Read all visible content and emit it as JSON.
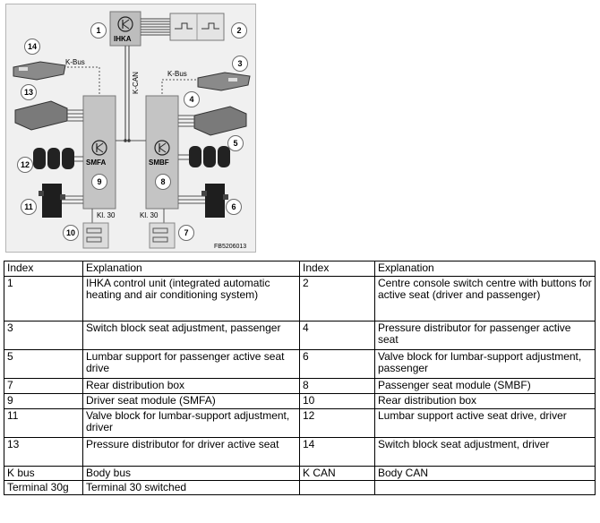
{
  "diagram": {
    "units": {
      "ihka": "IHKA",
      "smfa": "SMFA",
      "smbf": "SMBF"
    },
    "labels": {
      "kbus_left": "K-Bus",
      "kbus_right": "K-Bus",
      "kcan": "K-CAN",
      "kl30_left": "Kl. 30",
      "kl30_right": "Kl. 30",
      "figure_code": "FB5206013"
    },
    "callouts": [
      "1",
      "2",
      "3",
      "4",
      "5",
      "6",
      "7",
      "8",
      "9",
      "10",
      "11",
      "12",
      "13",
      "14"
    ]
  },
  "legend": {
    "headers": [
      "Index",
      "Explanation",
      "Index",
      "Explanation"
    ],
    "rows": [
      [
        "1",
        "IHKA control unit (integrated automatic heating and air conditioning system)",
        "2",
        "Centre console switch centre with buttons for active seat (driver and passenger)"
      ],
      [
        "3",
        "Switch block seat adjustment, passenger",
        "4",
        "Pressure distributor for passenger active seat"
      ],
      [
        "5",
        "Lumbar support for passenger active seat drive",
        "6",
        "Valve block for lumbar-support adjustment, passenger"
      ],
      [
        "7",
        "Rear distribution box",
        "8",
        "Passenger seat module (SMBF)"
      ],
      [
        "9",
        "Driver seat module (SMFA)",
        "10",
        "Rear distribution box"
      ],
      [
        "11",
        "Valve block for lumbar-support adjustment, driver",
        "12",
        "Lumbar support active seat drive, driver"
      ],
      [
        "13",
        "Pressure distributor for driver active seat",
        "14",
        "Switch block seat adjustment, driver"
      ],
      [
        "K bus",
        "Body bus",
        "K CAN",
        "Body CAN"
      ],
      [
        "Terminal 30g",
        "Terminal 30 switched",
        "",
        ""
      ]
    ]
  }
}
